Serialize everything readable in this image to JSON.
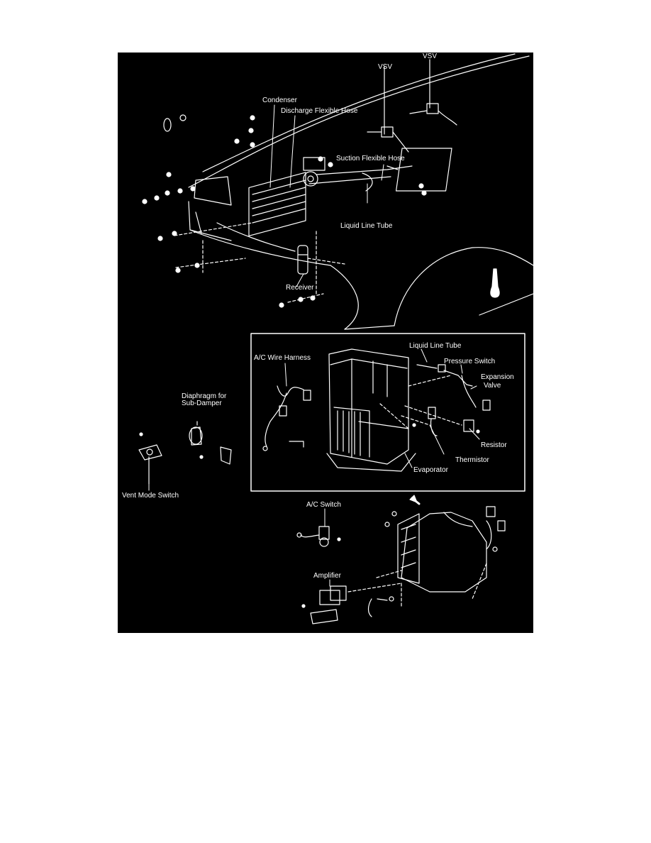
{
  "labels": {
    "vsv_left": "VSV",
    "vsv_right": "VSV",
    "condenser": "Condenser",
    "discharge_hose": "Discharge Flexible Hose",
    "suction_hose": "Suction Flexible Hose",
    "liquid_line_top": "Liquid Line Tube",
    "receiver": "Receiver",
    "ac_wire_harness": "A/C Wire Harness",
    "liquid_line_inset": "Liquid Line Tube",
    "pressure_switch": "Pressure Switch",
    "expansion_valve_1": "Expansion",
    "expansion_valve_2": "Valve",
    "diaphragm_1": "Diaphragm for",
    "diaphragm_2": "Sub-Damper",
    "resistor": "Resistor",
    "thermistor": "Thermistor",
    "evaporator": "Evaporator",
    "vent_mode_switch": "Vent Mode Switch",
    "ac_switch": "A/C Switch",
    "amplifier": "Amplifier"
  },
  "colors": {
    "background": "#000000",
    "line_art": "#ffffff"
  }
}
